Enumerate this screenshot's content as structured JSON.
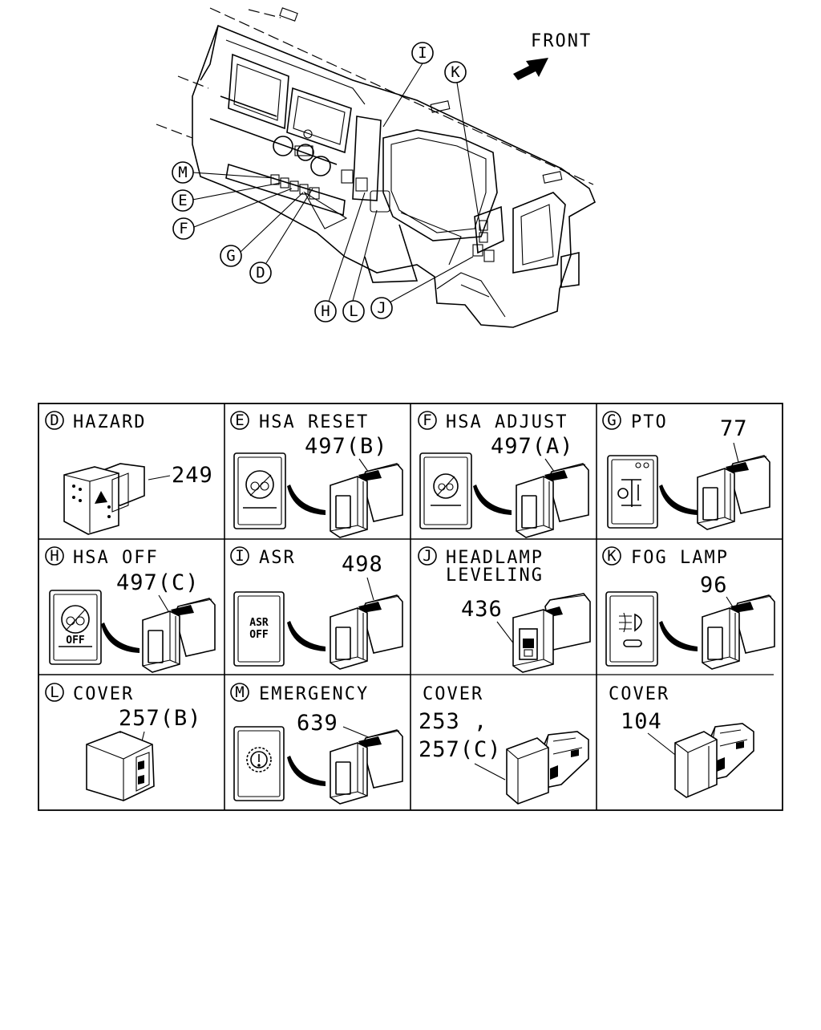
{
  "front_label": "FRONT",
  "overview_callouts": [
    "I",
    "K",
    "M",
    "E",
    "F",
    "G",
    "D",
    "H",
    "L",
    "J"
  ],
  "cells": [
    {
      "letter": "D",
      "title": "HAZARD",
      "part": "249"
    },
    {
      "letter": "E",
      "title": "HSA RESET",
      "part": "497(B)"
    },
    {
      "letter": "F",
      "title": "HSA ADJUST",
      "part": "497(A)"
    },
    {
      "letter": "G",
      "title": "PTO",
      "part": "77"
    },
    {
      "letter": "H",
      "title": "HSA OFF",
      "part": "497(C)",
      "face_text": "OFF"
    },
    {
      "letter": "I",
      "title": "ASR",
      "part": "498",
      "face_text_1": "ASR",
      "face_text_2": "OFF"
    },
    {
      "letter": "J",
      "title": "HEADLAMP",
      "title2": "LEVELING",
      "part": "436"
    },
    {
      "letter": "K",
      "title": "FOG LAMP",
      "part": "96"
    },
    {
      "letter": "L",
      "title": "COVER",
      "part": "257(B)"
    },
    {
      "letter": "M",
      "title": "EMERGENCY",
      "part": "639"
    },
    {
      "letter": "",
      "title": "COVER",
      "part": "253 ,",
      "part2": "257(C)"
    },
    {
      "letter": "",
      "title": "COVER",
      "part": "104"
    }
  ]
}
